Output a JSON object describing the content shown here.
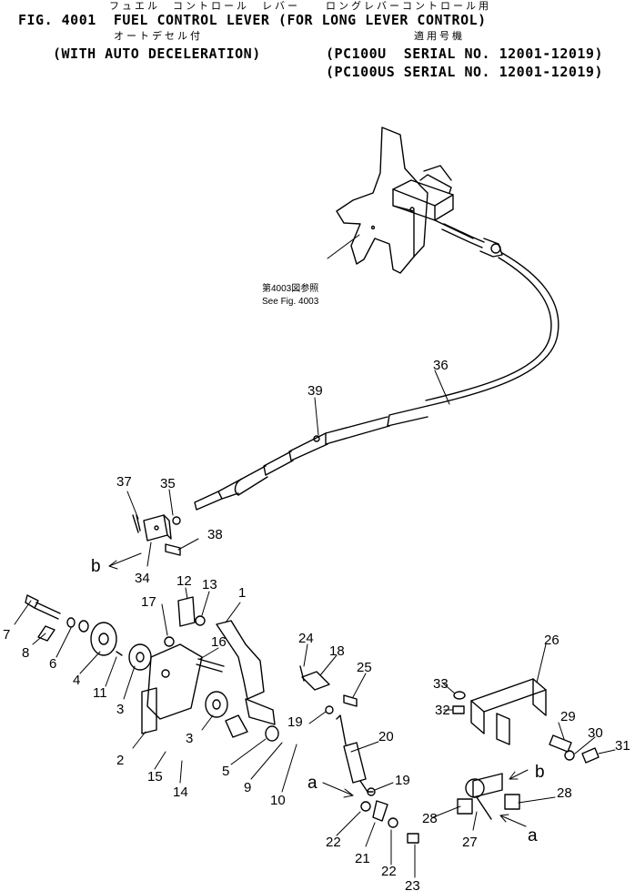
{
  "header": {
    "jp_line1": "フュエル　コントロール　レバー　　ロングレバーコントロール用",
    "title": "FIG. 4001  FUEL CONTROL LEVER (FOR LONG LEVER CONTROL)",
    "jp_line2_left": "オートデセル付",
    "jp_line2_right": "適用号機",
    "subtitle": "(WITH AUTO DECELERATION)",
    "serial_1": "(PC100U  SERIAL NO. 12001-12019)",
    "serial_2": "(PC100US SERIAL NO. 12001-12019)"
  },
  "reference": {
    "jp": "第4003図参照",
    "en": "See Fig. 4003"
  },
  "callouts": [
    {
      "id": "p1",
      "label": "1"
    },
    {
      "id": "p2",
      "label": "2"
    },
    {
      "id": "p3a",
      "label": "3"
    },
    {
      "id": "p3b",
      "label": "3"
    },
    {
      "id": "p4",
      "label": "4"
    },
    {
      "id": "p5",
      "label": "5"
    },
    {
      "id": "p6",
      "label": "6"
    },
    {
      "id": "p7",
      "label": "7"
    },
    {
      "id": "p8",
      "label": "8"
    },
    {
      "id": "p9",
      "label": "9"
    },
    {
      "id": "p10",
      "label": "10"
    },
    {
      "id": "p11",
      "label": "11"
    },
    {
      "id": "p12",
      "label": "12"
    },
    {
      "id": "p13",
      "label": "13"
    },
    {
      "id": "p14",
      "label": "14"
    },
    {
      "id": "p15",
      "label": "15"
    },
    {
      "id": "p16",
      "label": "16"
    },
    {
      "id": "p17",
      "label": "17"
    },
    {
      "id": "p18",
      "label": "18"
    },
    {
      "id": "p19a",
      "label": "19"
    },
    {
      "id": "p19b",
      "label": "19"
    },
    {
      "id": "p20",
      "label": "20"
    },
    {
      "id": "p21",
      "label": "21"
    },
    {
      "id": "p22a",
      "label": "22"
    },
    {
      "id": "p22b",
      "label": "22"
    },
    {
      "id": "p23",
      "label": "23"
    },
    {
      "id": "p24",
      "label": "24"
    },
    {
      "id": "p25",
      "label": "25"
    },
    {
      "id": "p26",
      "label": "26"
    },
    {
      "id": "p27",
      "label": "27"
    },
    {
      "id": "p28a",
      "label": "28"
    },
    {
      "id": "p28b",
      "label": "28"
    },
    {
      "id": "p29",
      "label": "29"
    },
    {
      "id": "p30",
      "label": "30"
    },
    {
      "id": "p31",
      "label": "31"
    },
    {
      "id": "p32",
      "label": "32"
    },
    {
      "id": "p33",
      "label": "33"
    },
    {
      "id": "p34",
      "label": "34"
    },
    {
      "id": "p35",
      "label": "35"
    },
    {
      "id": "p36",
      "label": "36"
    },
    {
      "id": "p37",
      "label": "37"
    },
    {
      "id": "p38",
      "label": "38"
    },
    {
      "id": "p39",
      "label": "39"
    }
  ],
  "connection_marks": [
    {
      "id": "b1",
      "label": "b"
    },
    {
      "id": "b2",
      "label": "b"
    },
    {
      "id": "a1",
      "label": "a"
    },
    {
      "id": "a2",
      "label": "a"
    }
  ],
  "colors": {
    "ink": "#000000",
    "paper": "#ffffff"
  }
}
